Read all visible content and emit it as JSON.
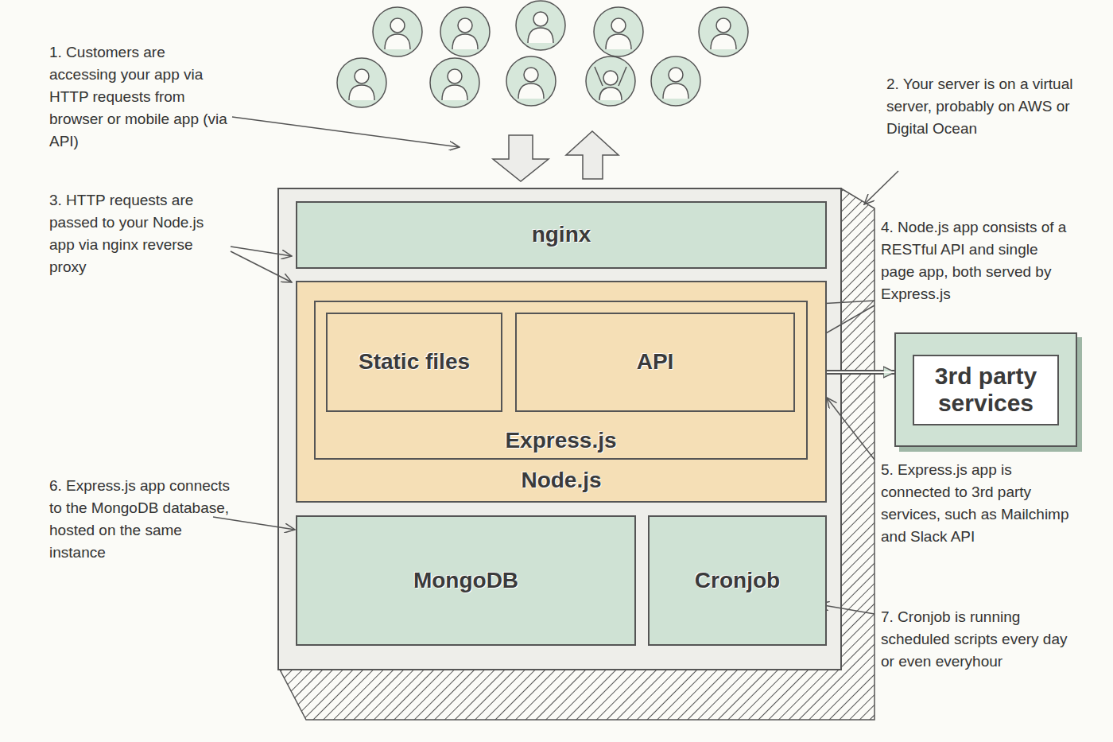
{
  "diagram": {
    "nodes": [
      {
        "text": [
          "nginx"
        ]
      },
      {
        "text": [
          "Node.js"
        ]
      },
      {
        "text": [
          "Express.js"
        ],
        "in": 1
      },
      {
        "text": [
          "Static files"
        ],
        "in": 2
      },
      {
        "text": [
          "API"
        ],
        "in": 2
      },
      {
        "text": [
          "MongoDB"
        ]
      },
      {
        "text": [
          "Cronjob"
        ]
      },
      {
        "text": [
          "3rd party services"
        ]
      }
    ],
    "edges": [
      {
        "from": 4,
        "to": 7,
        "arrow": "both"
      }
    ],
    "labels": [
      "1. Customers are accessing your app via HTTP requests from browser or mobile app (via API)",
      "2. Your server is on a virtual server, probably on AWS or Digital Ocean",
      "3. HTTP requests are passed to your Node.js app via nginx reverse proxy",
      "4. Node.js app consists of a RESTful API and single page app, both served by Express.js",
      "5. Express.js app is connected to 3rd party services, such as Mailchimp and Slack API",
      "6. Express.js app connects to the MongoDB database, hosted on the same instance",
      "7. Cronjob is running scheduled scripts every day or even everyhour"
    ]
  }
}
